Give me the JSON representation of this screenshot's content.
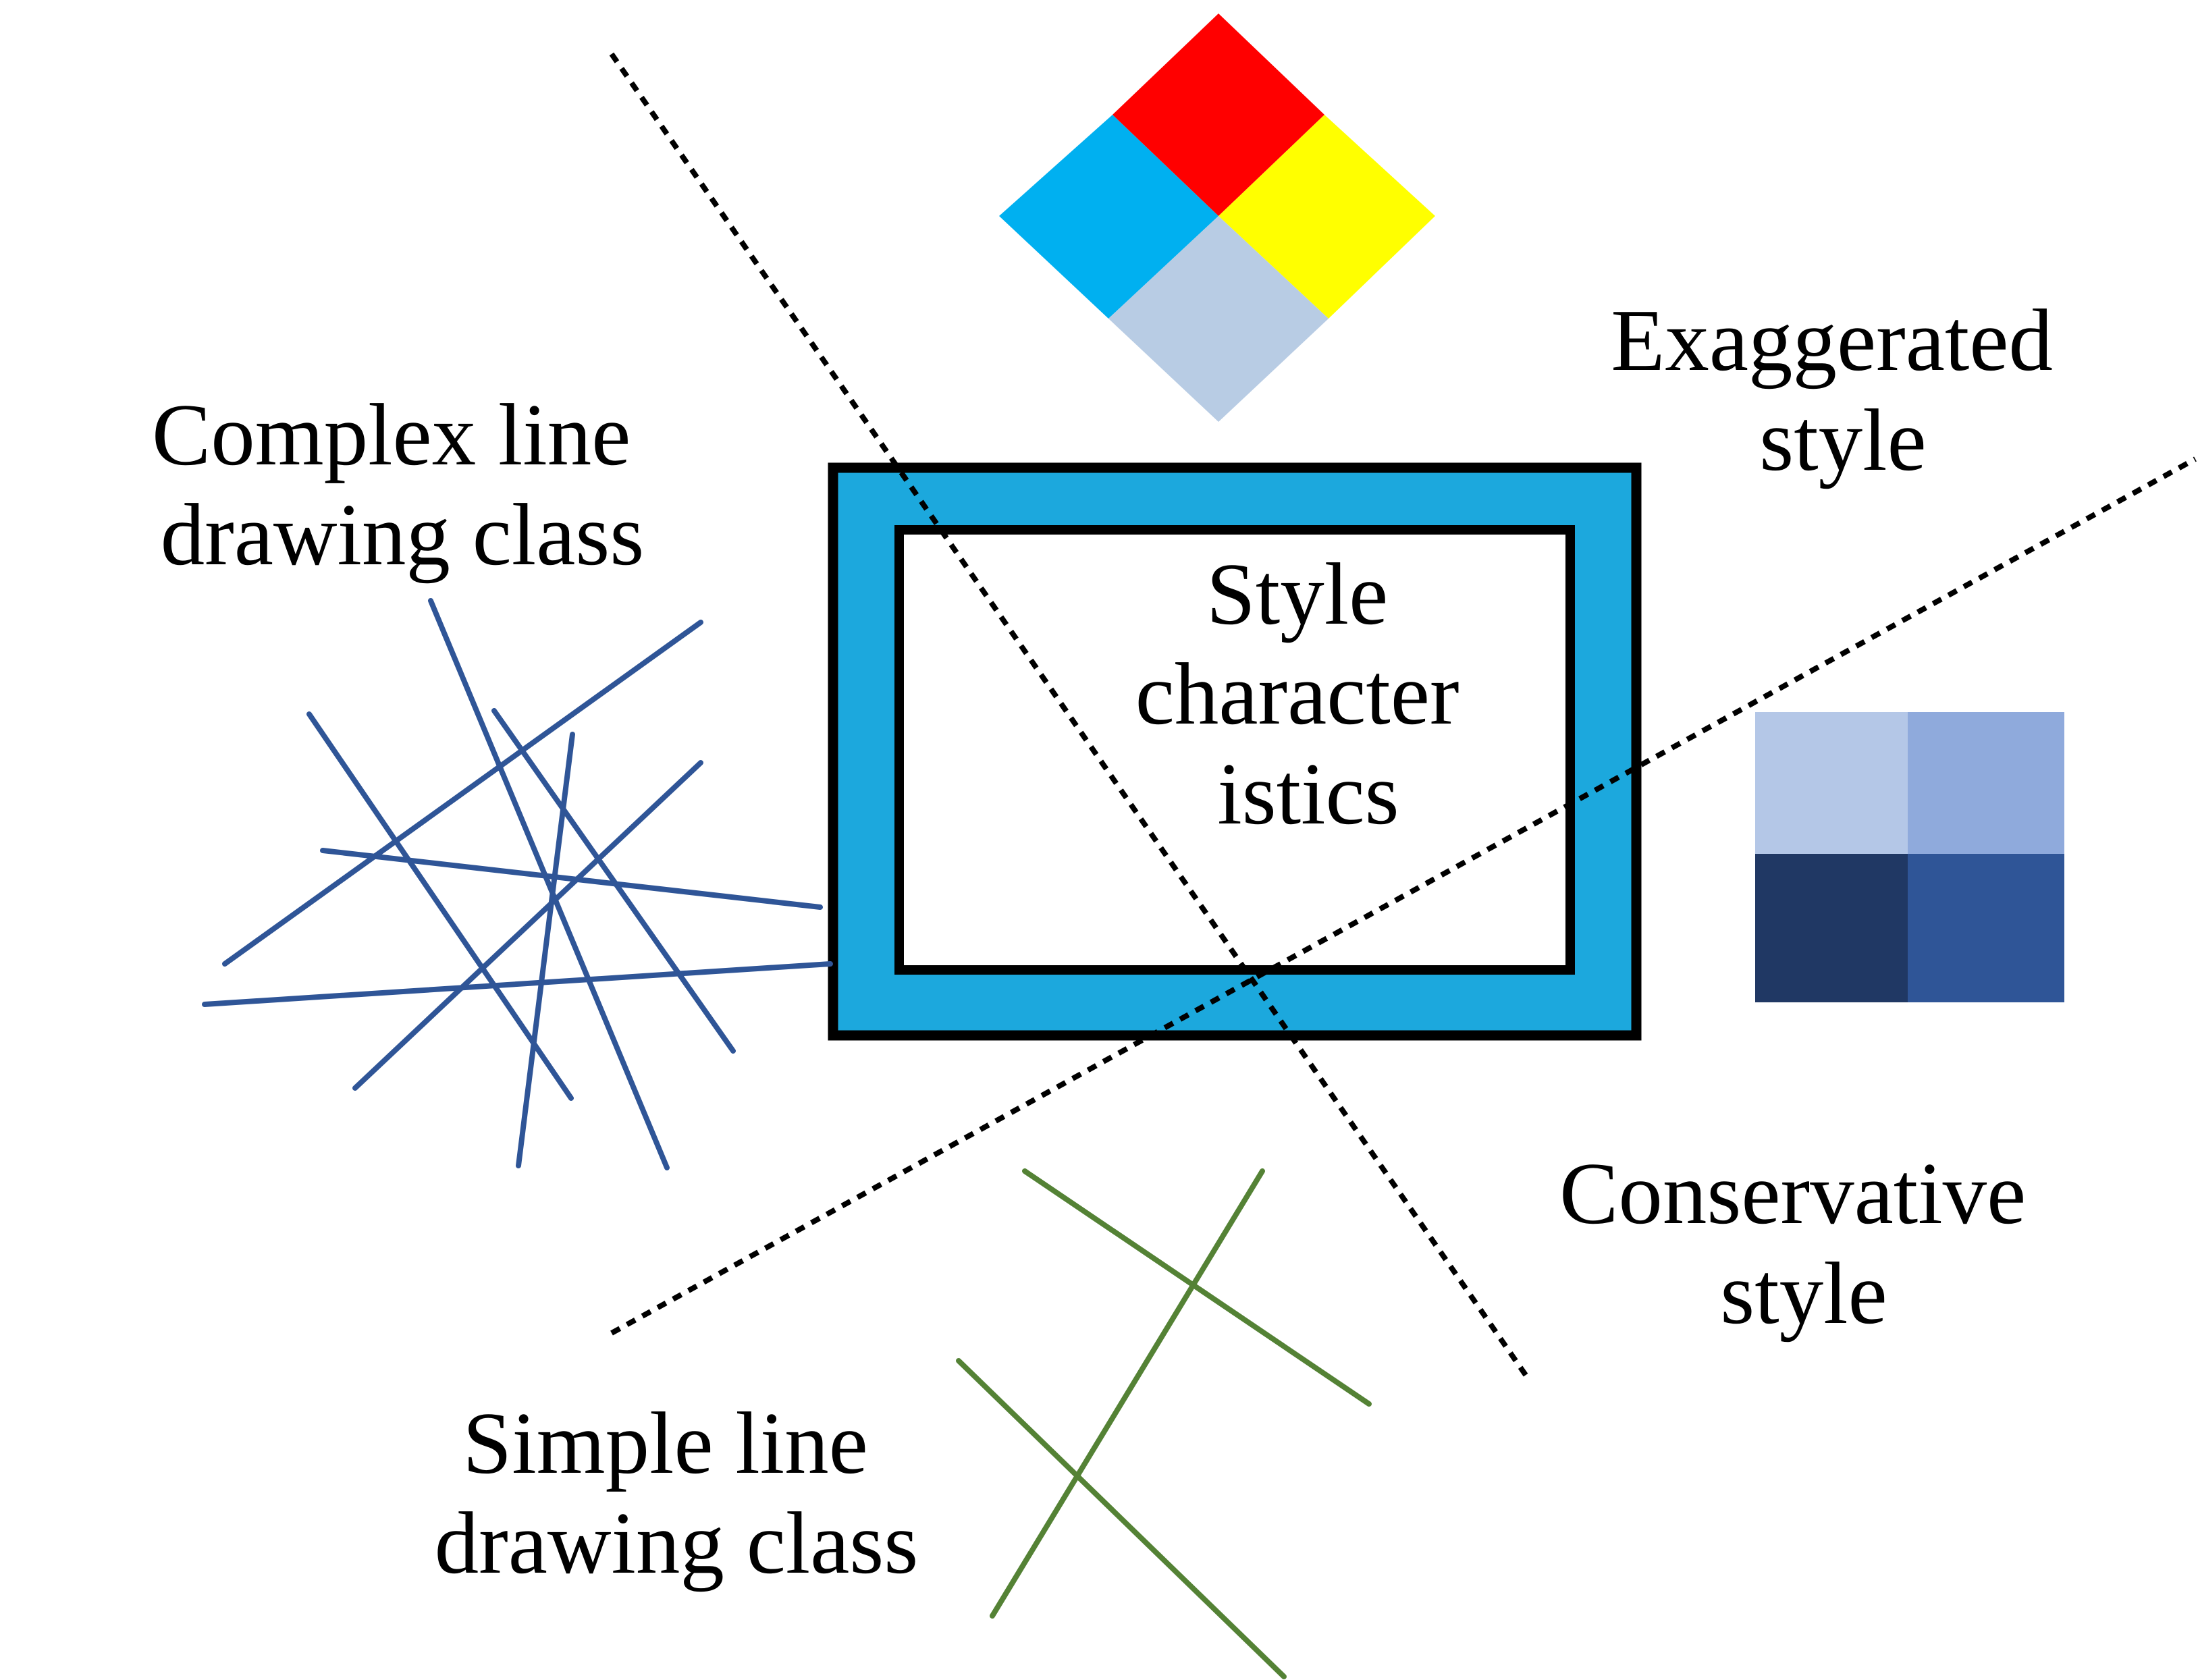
{
  "labels": {
    "complex_line": [
      "Complex line",
      "drawing class"
    ],
    "exaggerated": [
      "Exaggerated",
      "style"
    ],
    "center": [
      "Style",
      "character",
      "istics"
    ],
    "conservative": [
      "Conservative",
      "style"
    ],
    "simple_line": [
      "Simple line",
      "drawing class"
    ]
  },
  "colors": {
    "diamond_top": "#FF0000",
    "diamond_left": "#00B0F0",
    "diamond_right": "#FFFF00",
    "diamond_bottom": "#B8CCE4",
    "frame_fill": "#1CA8DD",
    "frame_border": "#000000",
    "blue_lines": "#2F5597",
    "green_lines": "#548235",
    "square_top_left": "#B4C7E7",
    "square_top_right": "#8FAADC",
    "square_bottom_left": "#203864",
    "square_bottom_right": "#2F5597",
    "dotted_lines": "#000000"
  }
}
